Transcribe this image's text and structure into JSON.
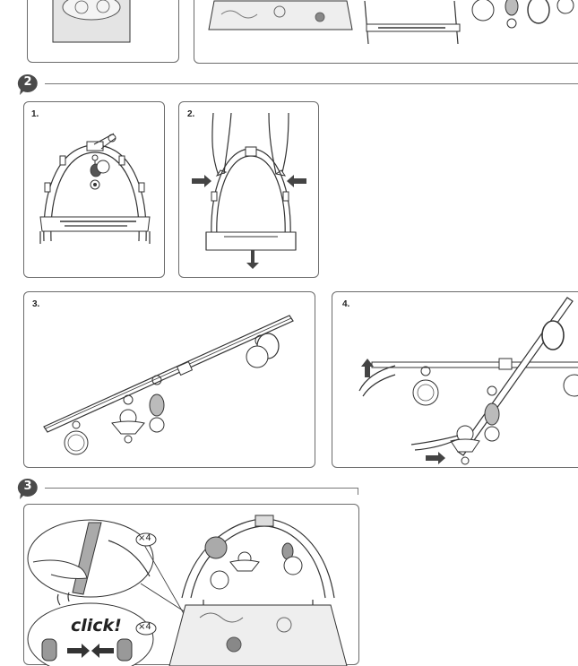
{
  "sections": [
    {
      "number": "2",
      "steps": [
        "1.",
        "2.",
        "3.",
        "4."
      ]
    },
    {
      "number": "3"
    }
  ],
  "callouts": {
    "times_a": "×4",
    "times_b": "×4",
    "click": "click!"
  },
  "colors": {
    "badge": "#4a4a4a",
    "outline": "#333333",
    "panel_border": "#6b6b6b",
    "arrow": "#444444"
  }
}
